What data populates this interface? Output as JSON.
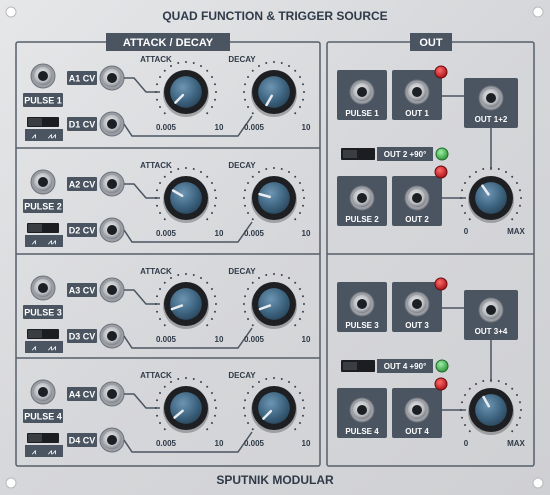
{
  "header": {
    "title": "QUAD FUNCTION & TRIGGER SOURCE"
  },
  "footer": {
    "brand": "SPUTNIK MODULAR"
  },
  "sections": {
    "left_title": "ATTACK / DECAY",
    "right_title": "OUT"
  },
  "channels": [
    {
      "pulse": "PULSE 1",
      "acv": "A1 CV",
      "dcv": "D1 CV",
      "attack": "ATTACK",
      "decay": "DECAY",
      "min": "0.005",
      "max": "10",
      "switch": [
        "⩘",
        "⩘⩘"
      ]
    },
    {
      "pulse": "PULSE 2",
      "acv": "A2 CV",
      "dcv": "D2 CV",
      "attack": "ATTACK",
      "decay": "DECAY",
      "min": "0.005",
      "max": "10",
      "switch": [
        "⩘",
        "⩘⩘"
      ]
    },
    {
      "pulse": "PULSE 3",
      "acv": "A3 CV",
      "dcv": "D3 CV",
      "attack": "ATTACK",
      "decay": "DECAY",
      "min": "0.005",
      "max": "10",
      "switch": [
        "⩘",
        "⩘⩘"
      ]
    },
    {
      "pulse": "PULSE 4",
      "acv": "A4 CV",
      "dcv": "D4 CV",
      "attack": "ATTACK",
      "decay": "DECAY",
      "min": "0.005",
      "max": "10",
      "switch": [
        "⩘",
        "⩘⩘"
      ]
    }
  ],
  "outputs": {
    "top": {
      "pulse_a": "PULSE 1",
      "out_a": "OUT 1",
      "sum": "OUT 1+2",
      "mode": "OUT 2 +90°",
      "pulse_b": "PULSE 2",
      "out_b": "OUT 2",
      "mix_min": "0",
      "mix_max": "MAX"
    },
    "bottom": {
      "pulse_a": "PULSE 3",
      "out_a": "OUT 3",
      "sum": "OUT 3+4",
      "mode": "OUT 4 +90°",
      "pulse_b": "PULSE 4",
      "out_b": "OUT 4",
      "mix_min": "0",
      "mix_max": "MAX"
    }
  },
  "colors": {
    "panel": "#d9dadc",
    "label_bg": "#4b5562",
    "knob_cap": "#3f6682",
    "led_red": "#c4161c",
    "led_green": "#3bb54a"
  }
}
